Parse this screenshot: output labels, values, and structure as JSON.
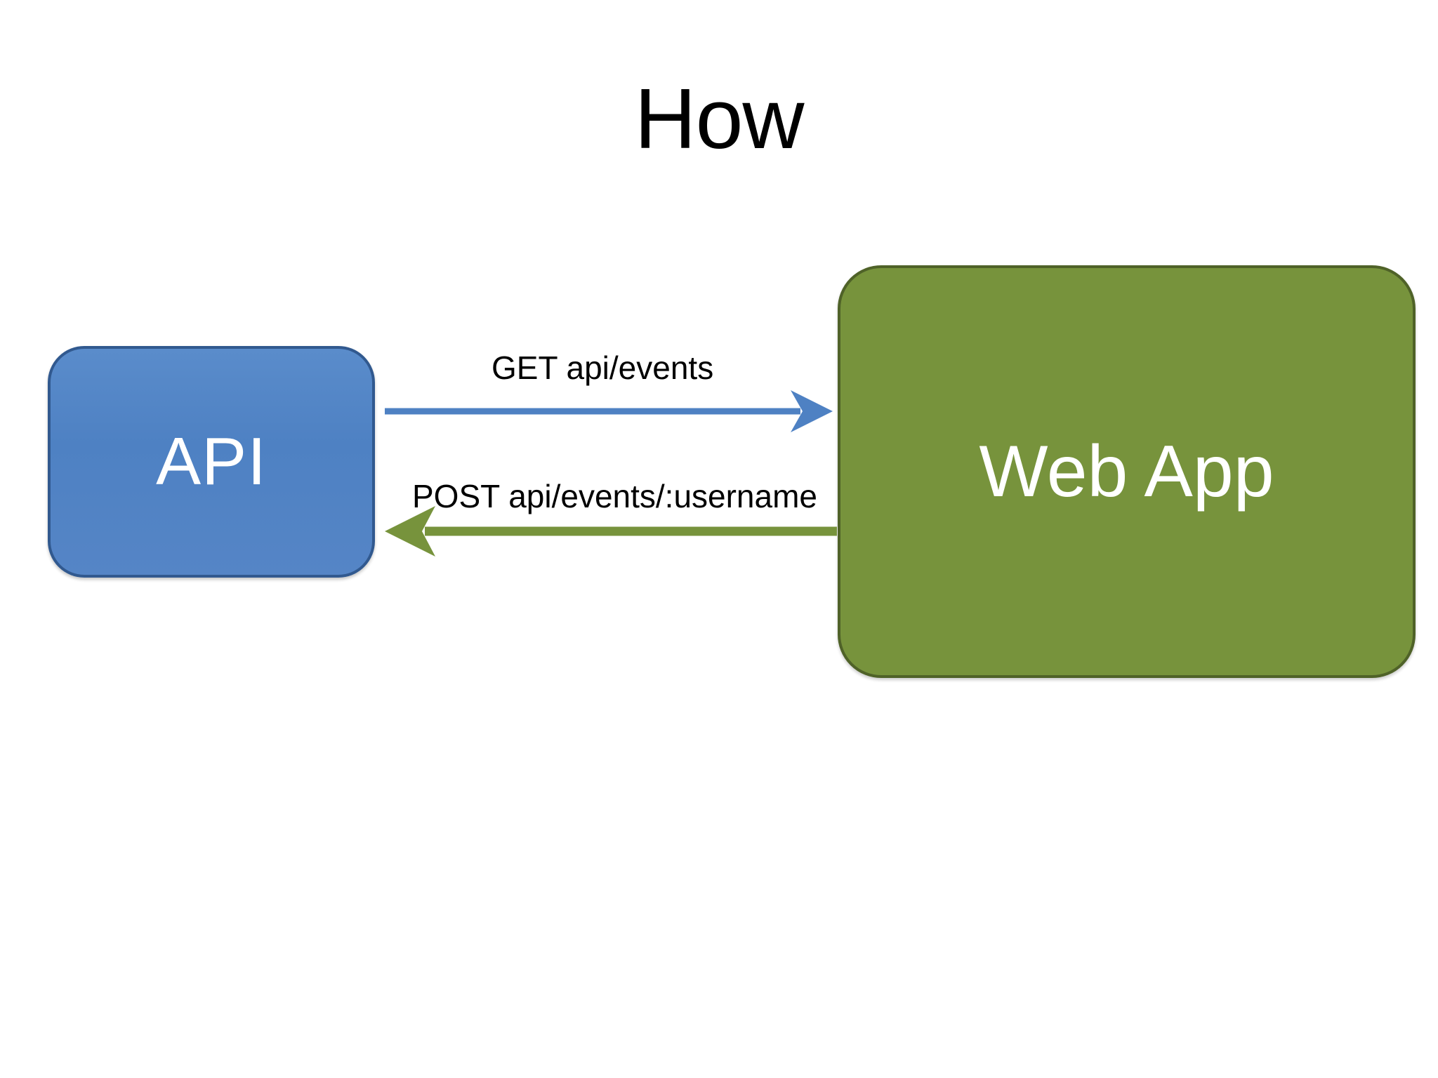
{
  "slide": {
    "title": "How",
    "background_color": "#ffffff"
  },
  "nodes": [
    {
      "id": "api",
      "label": "API",
      "fill_color": "#4e81c3",
      "border_color": "#31598f",
      "text_color": "#ffffff"
    },
    {
      "id": "webapp",
      "label": "Web App",
      "fill_color": "#77933c",
      "border_color": "#4f6228",
      "text_color": "#ffffff"
    }
  ],
  "edges": [
    {
      "id": "get-events",
      "label": "GET api/events",
      "from": "api",
      "to": "webapp",
      "direction": "right",
      "color": "#4e81c3"
    },
    {
      "id": "post-events-username",
      "label": "POST api/events/:username",
      "from": "webapp",
      "to": "api",
      "direction": "left",
      "color": "#77933c"
    }
  ]
}
